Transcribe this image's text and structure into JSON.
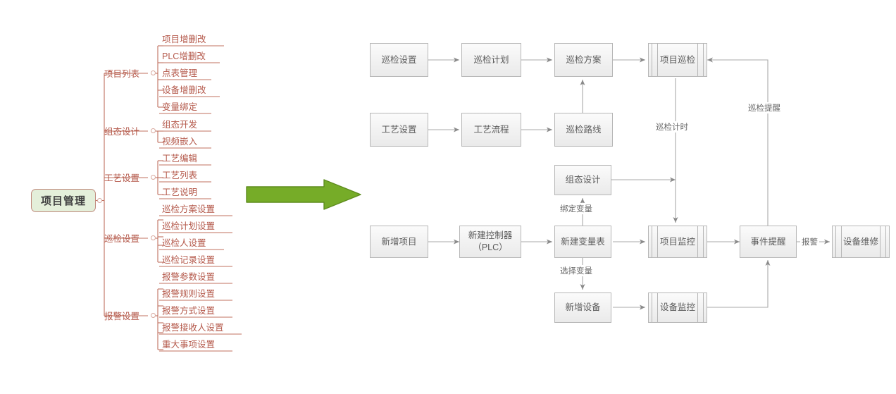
{
  "diagram": {
    "title_colors": {
      "mindmap_accent": "#b4584a",
      "root_fill": "#e4efda",
      "root_border": "#c08a7d",
      "arrow_green": "#76ac28",
      "flow_border": "#b6b6b6",
      "flow_fill": "#f1f1f1",
      "flow_text": "#5a5a5a"
    }
  },
  "mindmap": {
    "root": {
      "label": "项目管理"
    },
    "branches": [
      {
        "label": "项目列表",
        "children": [
          {
            "label": "项目增删改"
          },
          {
            "label": "PLC增删改"
          },
          {
            "label": "点表管理"
          },
          {
            "label": "设备增删改"
          },
          {
            "label": "变量绑定"
          }
        ]
      },
      {
        "label": "组态设计",
        "children": [
          {
            "label": "组态开发"
          },
          {
            "label": "视频嵌入"
          }
        ]
      },
      {
        "label": "工艺设置",
        "children": [
          {
            "label": "工艺编辑"
          },
          {
            "label": "工艺列表"
          },
          {
            "label": "工艺说明"
          }
        ]
      },
      {
        "label": "巡检设置",
        "children": [
          {
            "label": "巡检方案设置"
          },
          {
            "label": "巡检计划设置"
          },
          {
            "label": "巡检人设置"
          },
          {
            "label": "巡检记录设置"
          }
        ]
      },
      {
        "label": "报警设置",
        "children": [
          {
            "label": "报警参数设置"
          },
          {
            "label": "报警规则设置"
          },
          {
            "label": "报警方式设置"
          },
          {
            "label": "报警接收人设置"
          },
          {
            "label": "重大事项设置"
          }
        ]
      }
    ]
  },
  "connector": {
    "name": "green-right-arrow"
  },
  "flowchart": {
    "nodes": [
      {
        "id": "n1",
        "label": "巡检设置",
        "shape": "rect"
      },
      {
        "id": "n2",
        "label": "巡检计划",
        "shape": "rect"
      },
      {
        "id": "n3",
        "label": "巡检方案",
        "shape": "rect"
      },
      {
        "id": "n4",
        "label": "项目巡检",
        "shape": "process"
      },
      {
        "id": "n5",
        "label": "工艺设置",
        "shape": "rect"
      },
      {
        "id": "n6",
        "label": "工艺流程",
        "shape": "rect"
      },
      {
        "id": "n7",
        "label": "巡检路线",
        "shape": "rect"
      },
      {
        "id": "n8",
        "label": "组态设计",
        "shape": "rect"
      },
      {
        "id": "n9",
        "label": "新增项目",
        "shape": "rect"
      },
      {
        "id": "n10",
        "label": "新建控制器\n（PLC）",
        "shape": "rect"
      },
      {
        "id": "n11",
        "label": "新建变量表",
        "shape": "rect"
      },
      {
        "id": "n12",
        "label": "项目监控",
        "shape": "process"
      },
      {
        "id": "n13",
        "label": "事件提醒",
        "shape": "rect"
      },
      {
        "id": "n14",
        "label": "设备维修",
        "shape": "process"
      },
      {
        "id": "n15",
        "label": "新增设备",
        "shape": "rect"
      },
      {
        "id": "n16",
        "label": "设备监控",
        "shape": "process"
      }
    ],
    "edge_labels": [
      {
        "id": "e1",
        "label": "巡检计时"
      },
      {
        "id": "e2",
        "label": "巡检提醒"
      },
      {
        "id": "e3",
        "label": "绑定变量"
      },
      {
        "id": "e4",
        "label": "选择变量"
      },
      {
        "id": "e5",
        "label": "报警"
      }
    ]
  }
}
